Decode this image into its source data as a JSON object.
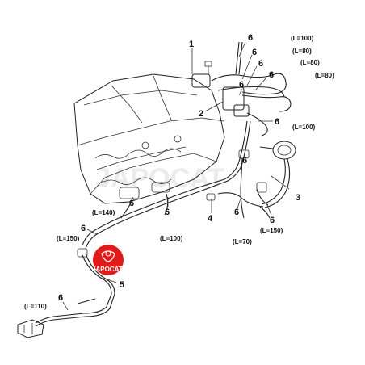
{
  "watermark": "JAPOCAT",
  "logo_text": "JAPOCAT",
  "brand_color": "#e11a1a",
  "callouts": {
    "c1": "1",
    "c2": "2",
    "c3": "3",
    "c4": "4",
    "c5": "5",
    "c6a": "6",
    "c6b": "6",
    "c6c": "6",
    "c6d": "6",
    "c6e": "6",
    "c6f": "6",
    "c6g": "6",
    "c6h": "6",
    "c6i": "6",
    "c6j": "6",
    "c6k": "6",
    "c6l": "6",
    "c6m": "6"
  },
  "lengths": {
    "l100a": "(L=100)",
    "l80a": "(L=80)",
    "l80b": "(L=80)",
    "l80c": "(L=80)",
    "l100b": "(L=100)",
    "l140": "(L=140)",
    "l150a": "(L=150)",
    "l100c": "(L=100)",
    "l70": "(L=70)",
    "l150b": "(L=150)",
    "l110": "(L=110)"
  }
}
